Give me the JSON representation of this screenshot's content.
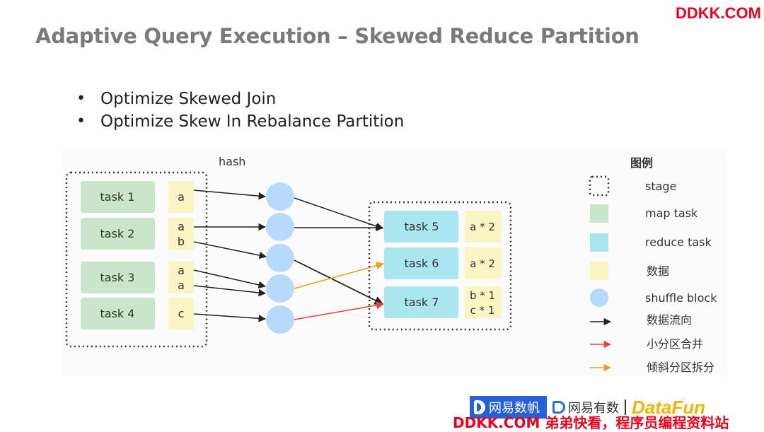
{
  "watermark_top": "DDKK.COM",
  "title": "Adaptive Query Execution – Skewed Reduce Partition",
  "bullets": [
    "Optimize Skewed Join",
    "Optimize Skew In Rebalance Partition"
  ],
  "diagram": {
    "hash_label": "hash",
    "map_tasks": [
      {
        "label": "task 1",
        "data": [
          "a"
        ]
      },
      {
        "label": "task 2",
        "data": [
          "a",
          "b"
        ]
      },
      {
        "label": "task 3",
        "data": [
          "a",
          "a"
        ]
      },
      {
        "label": "task 4",
        "data": [
          "c"
        ]
      }
    ],
    "reduce_tasks": [
      {
        "label": "task 5",
        "data": [
          "a * 2"
        ]
      },
      {
        "label": "task 6",
        "data": [
          "a * 2"
        ]
      },
      {
        "label": "task 7",
        "data": [
          "b * 1",
          "c * 1"
        ]
      }
    ],
    "colors": {
      "map_task": "#c9e6cb",
      "reduce_task": "#a9e6ef",
      "data": "#fbf5c3",
      "shuffle_block": "#b7d9fb",
      "arrow_flow": "#222222",
      "arrow_merge": "#e8433b",
      "arrow_split": "#f29d1a"
    }
  },
  "legend": {
    "title": "图例",
    "items": [
      {
        "icon": "stage-icon",
        "label": "stage"
      },
      {
        "icon": "map-task-icon",
        "label": "map task"
      },
      {
        "icon": "reduce-task-icon",
        "label": "reduce task"
      },
      {
        "icon": "data-icon",
        "label": "数据"
      },
      {
        "icon": "shuffle-block-icon",
        "label": "shuffle block"
      },
      {
        "icon": "black-arrow-icon",
        "label": "数据流向"
      },
      {
        "icon": "red-arrow-icon",
        "label": "小分区合并"
      },
      {
        "icon": "orange-arrow-icon",
        "label": "倾斜分区拆分"
      }
    ]
  },
  "footer": {
    "logo1": "网易数帆",
    "logo2": "网易有数",
    "logo3": "DataFun"
  },
  "watermark_bottom": "DDKK.COM 弟弟快看，程序员编程资料站"
}
